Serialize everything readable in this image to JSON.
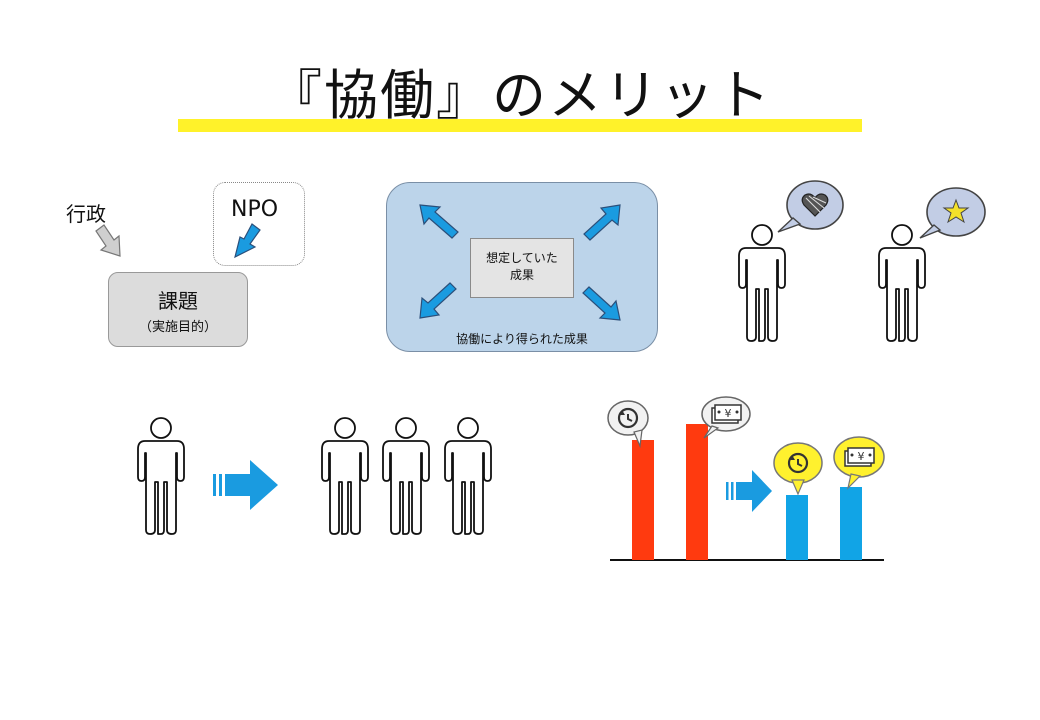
{
  "title": "『協働』のメリット",
  "section1": {
    "gyosei_label": "行政",
    "npo_label": "NPO",
    "issue_title": "課題",
    "issue_subtitle": "（実施目的）"
  },
  "section2": {
    "expected_line1": "想定していた",
    "expected_line2": "成果",
    "caption": "協働により得られた成果"
  },
  "colors": {
    "highlight": "#fff22a",
    "arrow_blue": "#1a9be0",
    "bar_red": "#ff3a0f",
    "bar_blue": "#11a4e6",
    "bubble_yellow": "#fff12e",
    "bubble_lavender": "#c2cde5",
    "box_light_blue": "#bcd4ea"
  },
  "icons": [
    "heart-icon",
    "star-icon",
    "clock-icon",
    "yen-banknote-icon",
    "person-icon",
    "right-arrow-icon"
  ]
}
